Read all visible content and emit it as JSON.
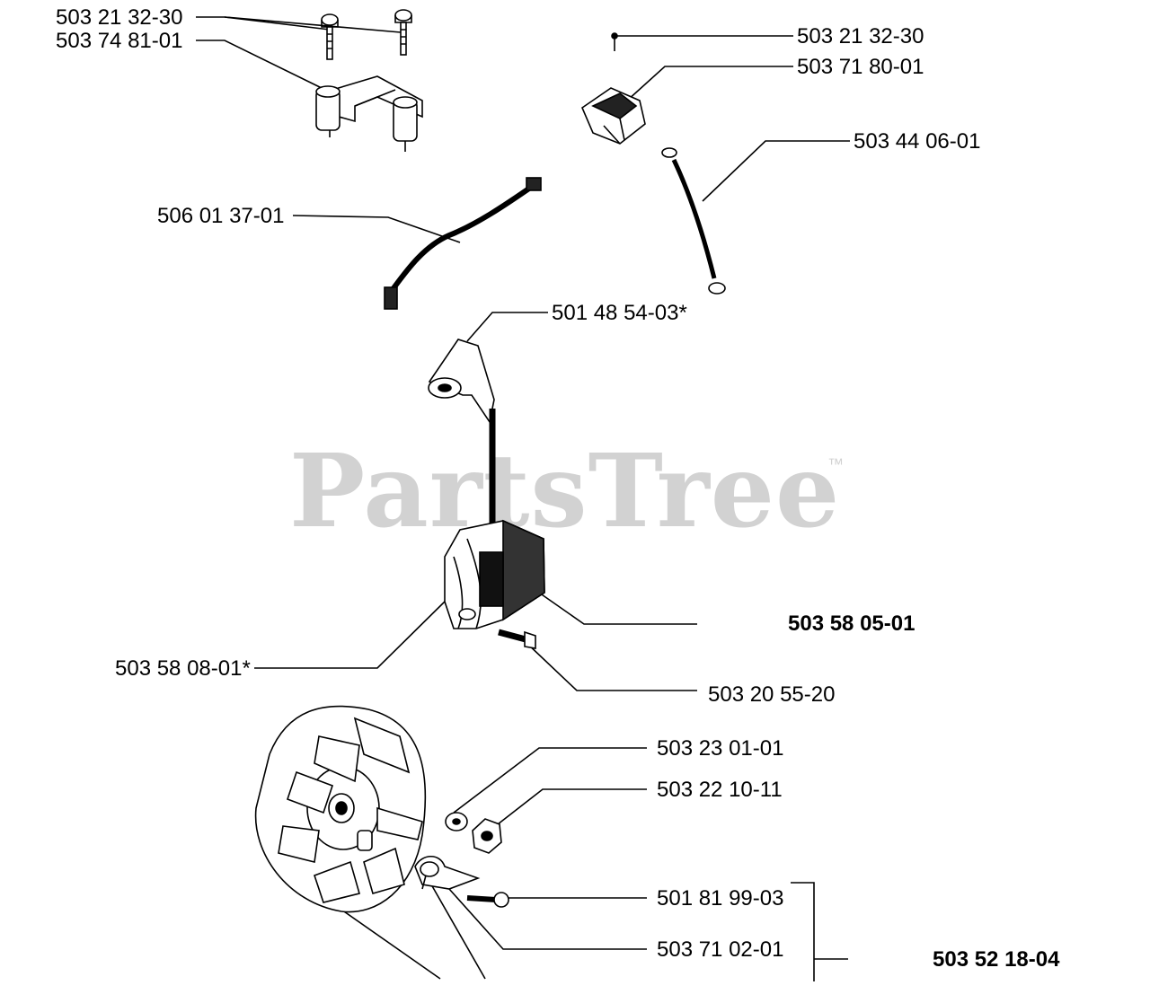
{
  "watermark": {
    "text": "PartsTree",
    "trademark": "™"
  },
  "labels": {
    "screw_top_left": "503 21 32-30",
    "bracket": "503 74 81-01",
    "screw_top_right": "503 21 32-30",
    "switch": "503 71 80-01",
    "short_lead": "503 44 06-01",
    "wire": "506 01 37-01",
    "spark_cap": "501 48 54-03*",
    "coil_assembly": "503 58 05-01",
    "coil": "503 58 08-01*",
    "coil_screw": "503 20 55-20",
    "washer": "503 23 01-01",
    "nut": "503 22 10-11",
    "pawl_screw": "501 81 99-03",
    "pawl": "503 71 02-01",
    "flywheel_assembly": "503 52 18-04"
  }
}
